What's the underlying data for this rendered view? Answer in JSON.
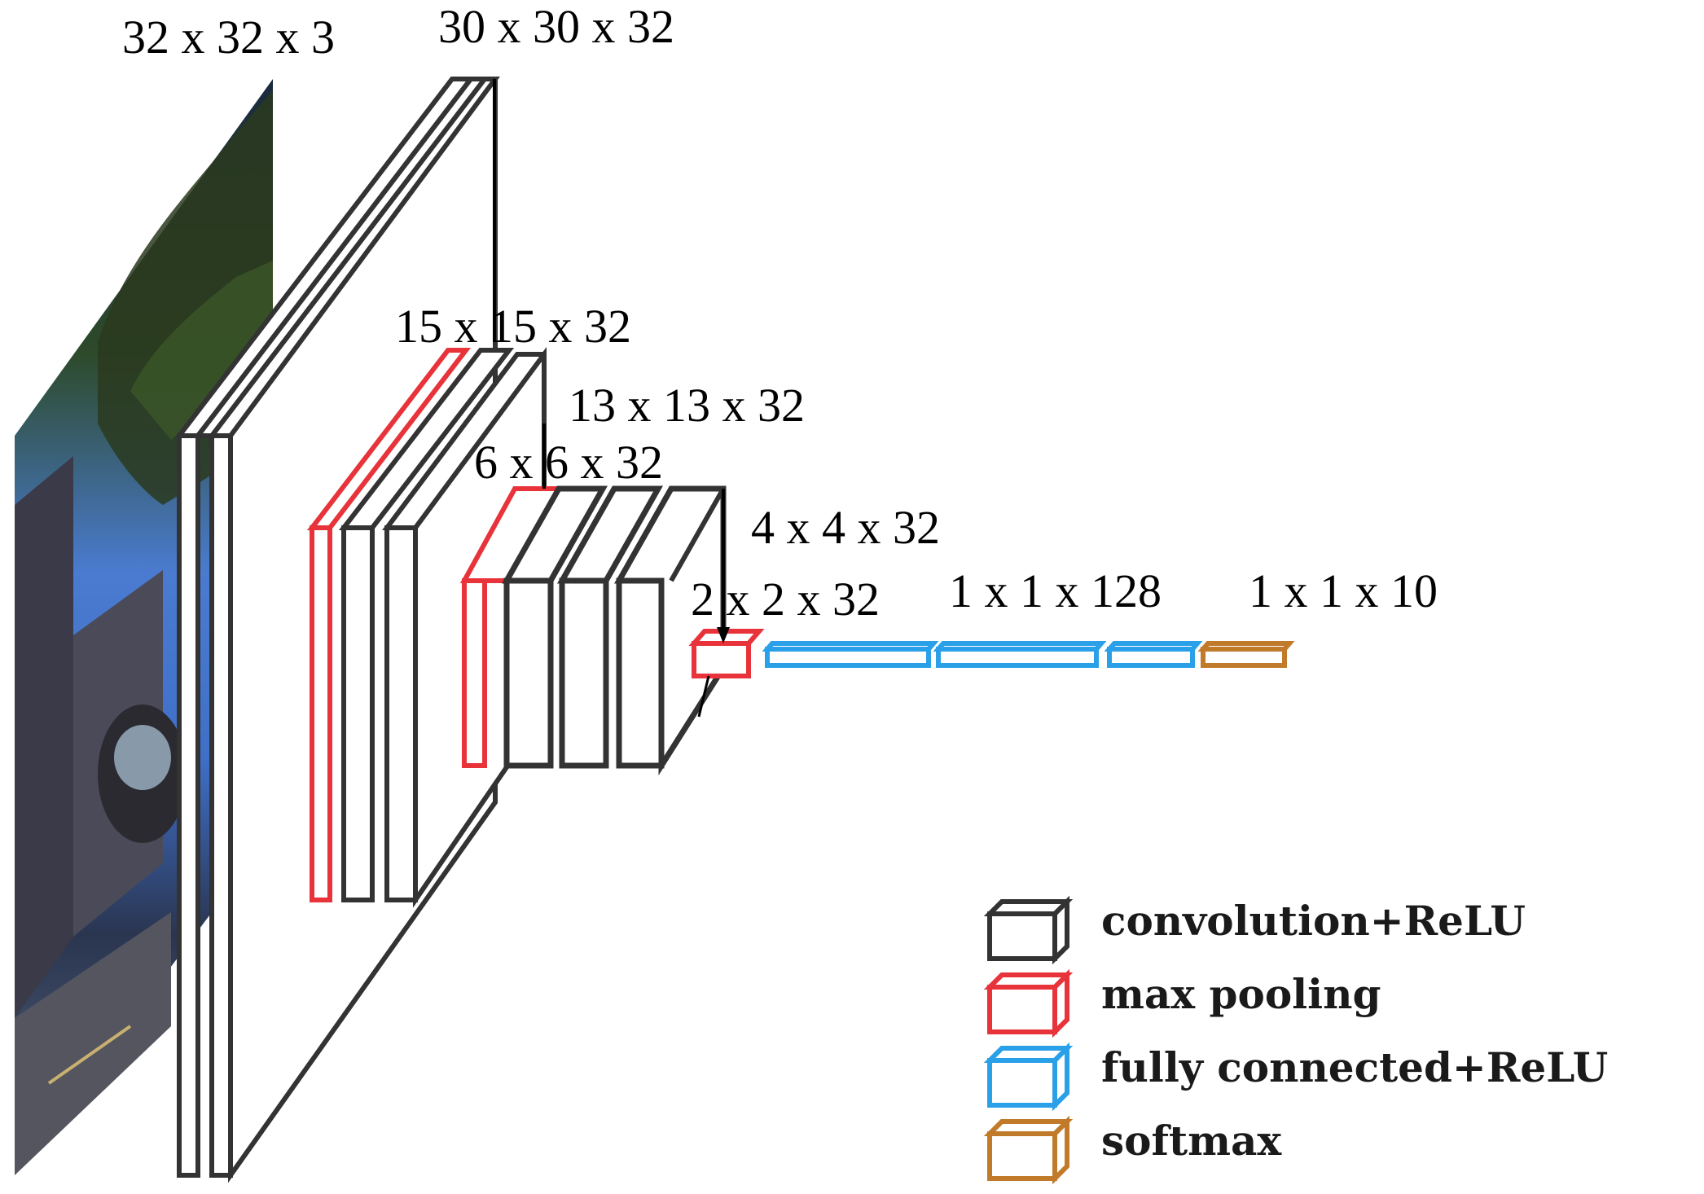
{
  "labels": {
    "input": "32 x 32 x 3",
    "conv1": "30 x 30 x 32",
    "pool1": "15 x 15 x 32",
    "conv2": "13 x 13 x 32",
    "pool2": "6 x 6 x 32",
    "conv3": "4 x 4 x 32",
    "pool3": "2 x 2 x 32",
    "fc1": "1 x 1 x 128",
    "softmax": "1 x 1 x 10"
  },
  "legend": [
    {
      "name": "convolution",
      "label": "convolution+ReLU",
      "color": "#333333"
    },
    {
      "name": "max-pooling",
      "label": "max pooling",
      "color": "#e8333a"
    },
    {
      "name": "fully-connected",
      "label": "fully connected+ReLU",
      "color": "#2aa0e8"
    },
    {
      "name": "softmax",
      "label": "softmax",
      "color": "#c07a2a"
    }
  ],
  "colors": {
    "conv": "#333333",
    "pool": "#e8333a",
    "fc": "#2aa0e8",
    "softmax": "#c07a2a"
  }
}
